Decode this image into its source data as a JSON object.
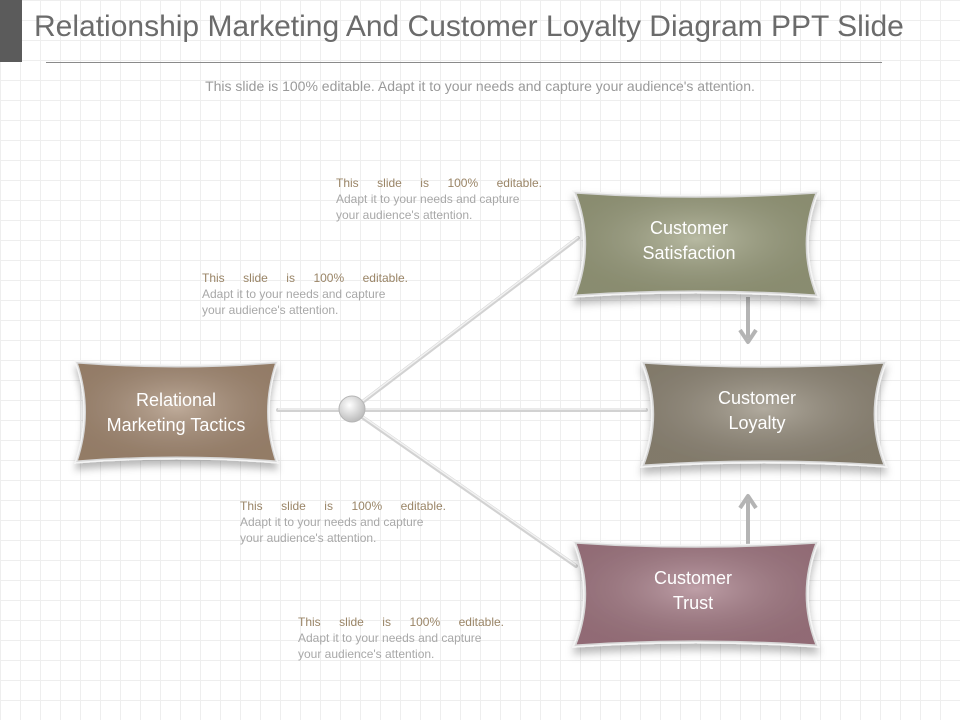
{
  "slide": {
    "title": "Relationship Marketing And Customer Loyalty Diagram PPT Slide",
    "subtitle": "This slide is 100% editable. Adapt it to your needs and capture your audience's attention."
  },
  "nodes": {
    "source": {
      "label": "Relational\nMarketing Tactics",
      "color": "#a78c74"
    },
    "satisfaction": {
      "label": "Customer\nSatisfaction",
      "color": "#9c9f7e"
    },
    "loyalty": {
      "label": "Customer\nLoyalty",
      "color": "#938a79"
    },
    "trust": {
      "label": "Customer\nTrust",
      "color": "#a57a85"
    }
  },
  "notes": [
    {
      "first": "This slide is 100% editable.",
      "rest": "Adapt it to your needs and capture your audience's attention."
    },
    {
      "first": "This slide is 100% editable.",
      "rest": "Adapt it to your needs and capture your audience's attention."
    },
    {
      "first": "This slide is 100% editable.",
      "rest": "Adapt it to your needs and capture your audience's attention."
    },
    {
      "first": "This slide is 100% editable.",
      "rest": "Adapt it to your needs and capture your audience's attention."
    }
  ]
}
